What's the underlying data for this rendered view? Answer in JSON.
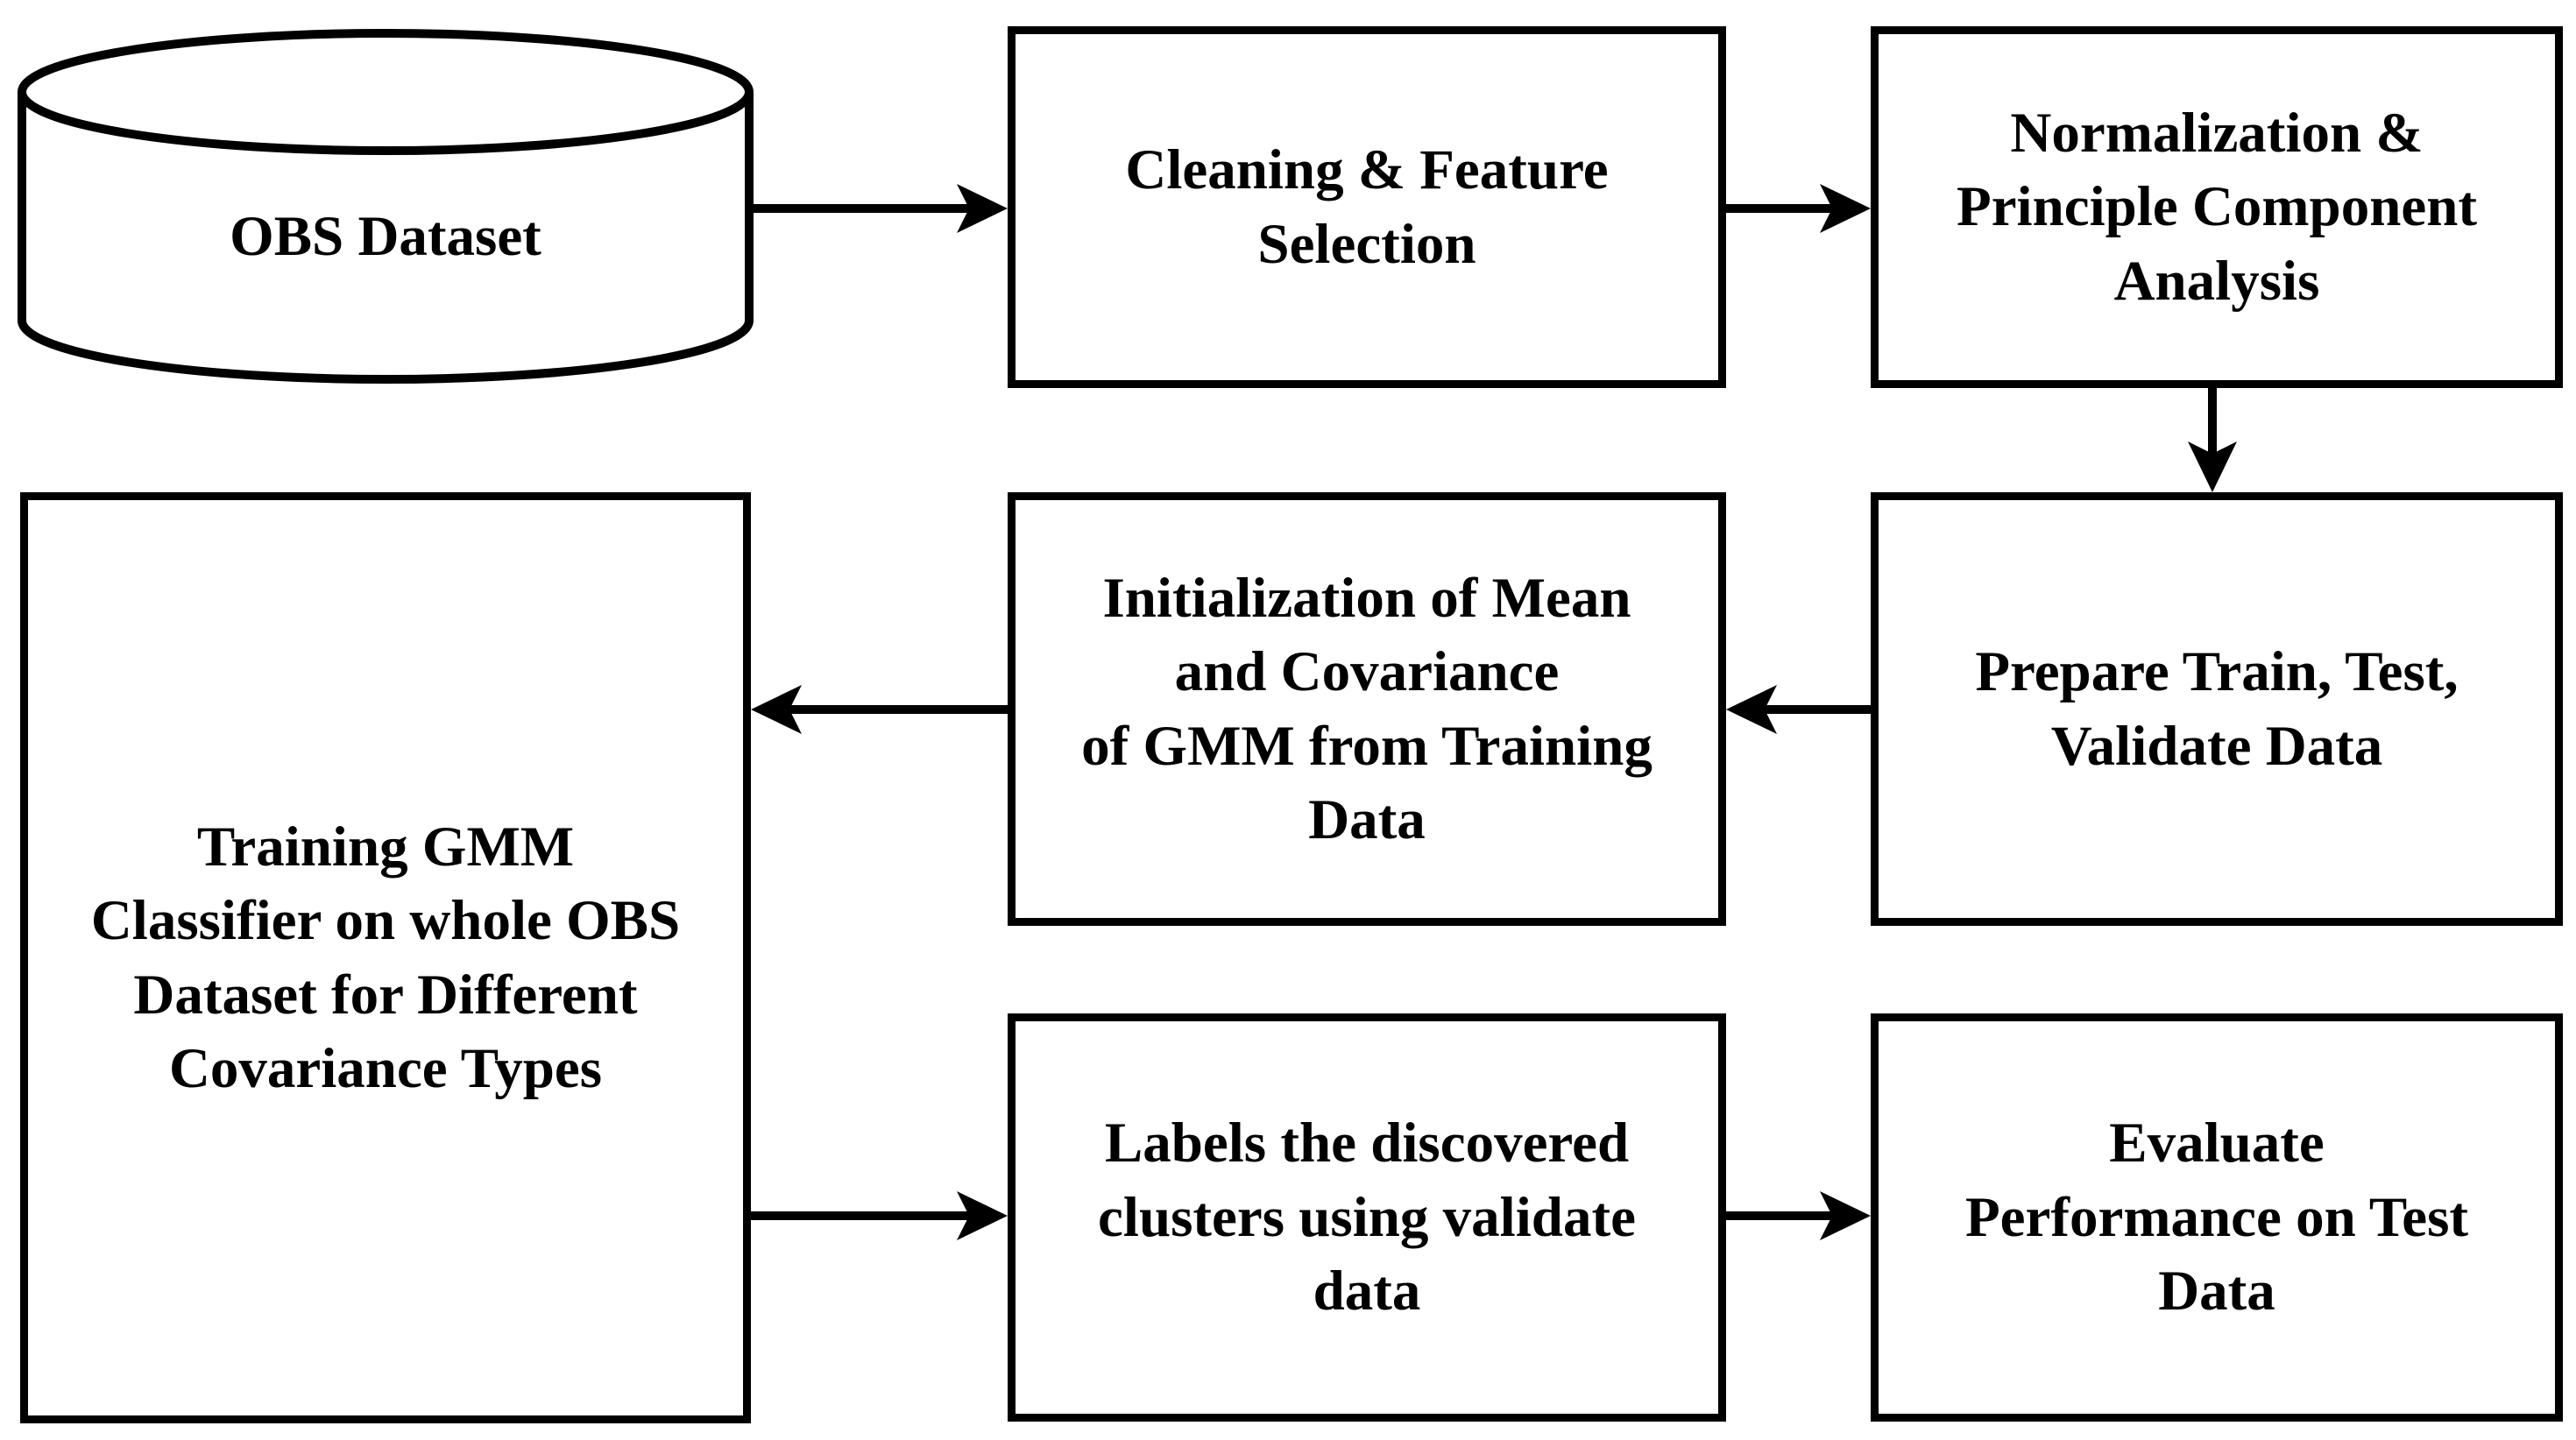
{
  "figure": {
    "background_color": "#ffffff",
    "stroke_color": "#000000",
    "text_color": "#000000"
  },
  "nodes": {
    "obs_dataset": {
      "label": "OBS Dataset",
      "shape": "cylinder"
    },
    "cleaning": {
      "label": "Cleaning & Feature\nSelection",
      "shape": "rectangle"
    },
    "normalization": {
      "label": "Normalization &\nPrinciple Component\nAnalysis",
      "shape": "rectangle"
    },
    "prepare": {
      "label": "Prepare Train, Test,\nValidate Data",
      "shape": "rectangle"
    },
    "initialization": {
      "label": "Initialization of Mean\nand Covariance\nof GMM from Training\nData",
      "shape": "rectangle"
    },
    "training": {
      "label": "Training GMM\nClassifier on whole OBS\nDataset for Different\nCovariance Types",
      "shape": "rectangle"
    },
    "labels_clusters": {
      "label": "Labels the discovered\nclusters using validate\ndata",
      "shape": "rectangle"
    },
    "evaluate": {
      "label": "Evaluate\nPerformance on Test\nData",
      "shape": "rectangle"
    }
  },
  "edges": [
    {
      "from": "obs_dataset",
      "to": "cleaning",
      "direction": "right"
    },
    {
      "from": "cleaning",
      "to": "normalization",
      "direction": "right"
    },
    {
      "from": "normalization",
      "to": "prepare",
      "direction": "down"
    },
    {
      "from": "prepare",
      "to": "initialization",
      "direction": "left"
    },
    {
      "from": "initialization",
      "to": "training",
      "direction": "left"
    },
    {
      "from": "training",
      "to": "labels_clusters",
      "direction": "right"
    },
    {
      "from": "labels_clusters",
      "to": "evaluate",
      "direction": "right"
    }
  ]
}
